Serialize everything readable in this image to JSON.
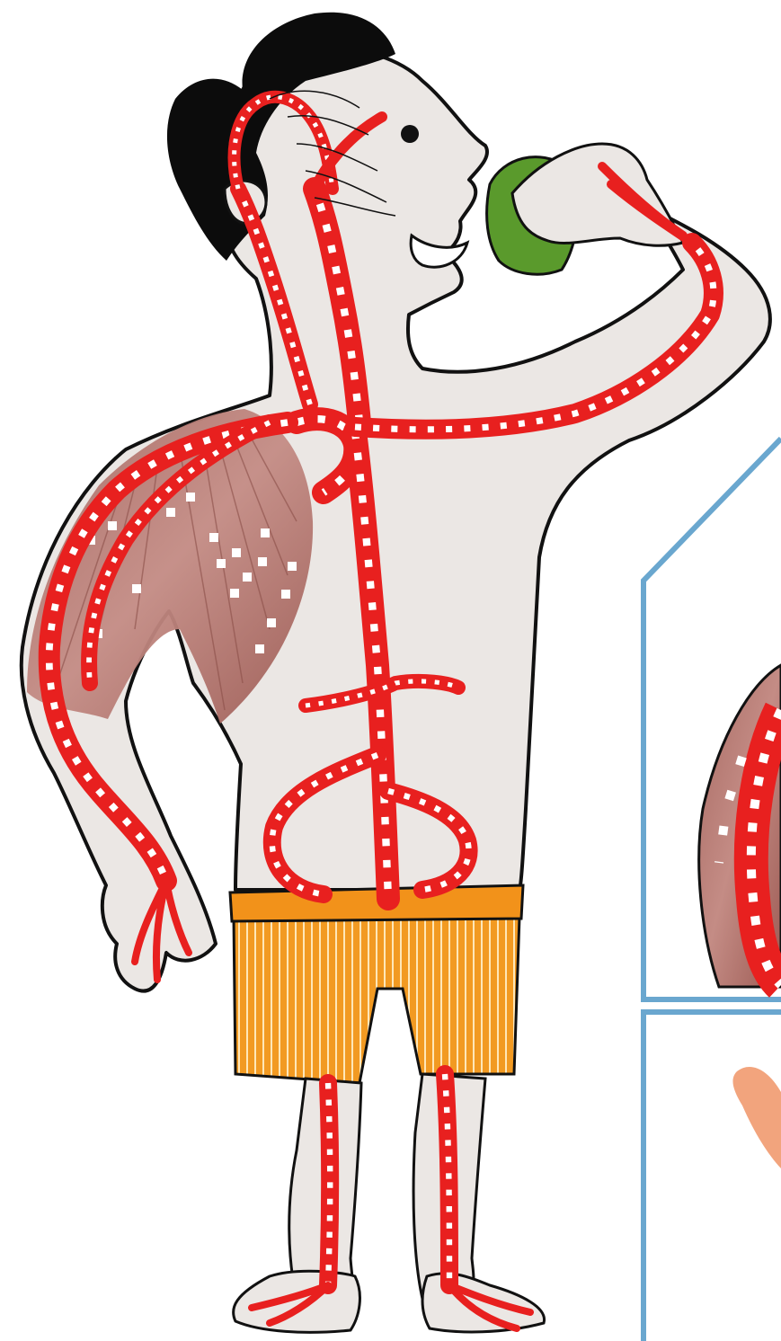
{
  "figure": {
    "subject": "circulatory-system-illustration",
    "regions": [
      "head",
      "brain-vessels",
      "eye",
      "mouth",
      "hair",
      "fruit",
      "arm-raised",
      "hand-raised",
      "shoulder-muscle",
      "arm-lowered",
      "hand-lowered",
      "torso",
      "aorta",
      "shorts",
      "legs",
      "feet",
      "inset-muscle-panel",
      "inset-hand-panel"
    ]
  },
  "colors": {
    "skin": "#ebe7e4",
    "outline": "#111111",
    "vessel": "#e8201f",
    "vessel_dots": "#ffffff",
    "hair": "#0c0c0c",
    "fruit": "#5a9a2c",
    "muscle": "#b97a73",
    "muscle_dark": "#9c5a53",
    "shorts": "#f29a22",
    "shorts_band": "#f2921a",
    "shorts_stripe": "#ffe7b8",
    "inset_frame": "#6aa7cf",
    "inset_hand": "#f2a47d"
  }
}
